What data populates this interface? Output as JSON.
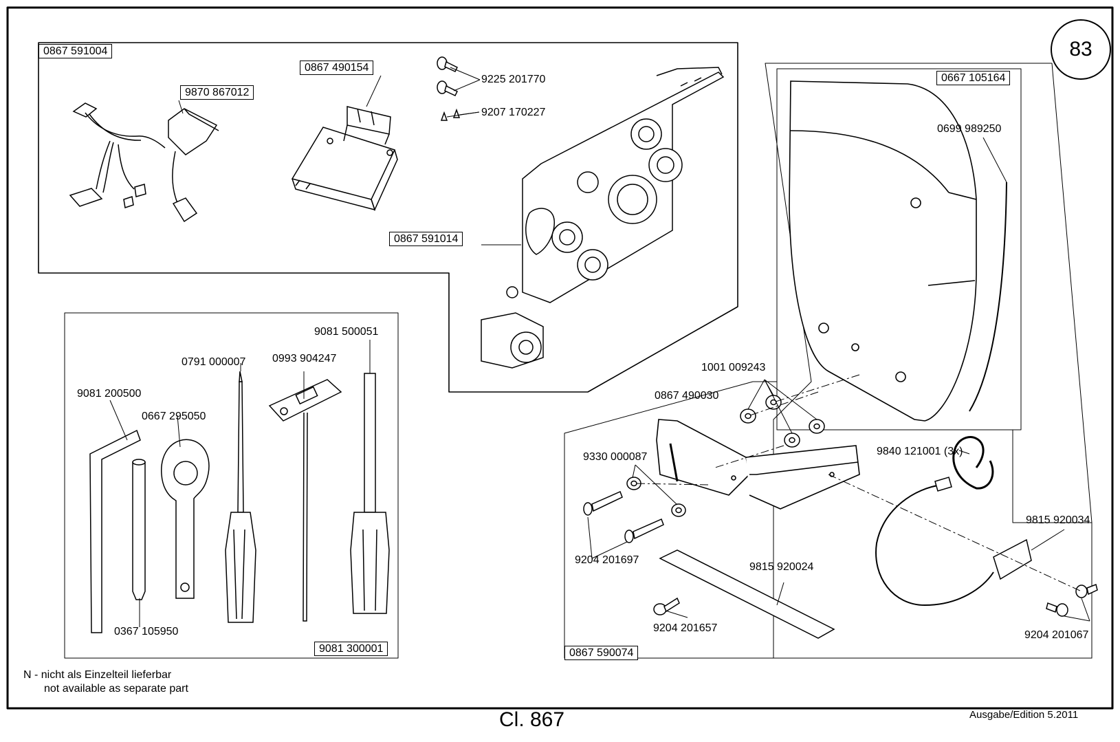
{
  "page_number": "83",
  "footer": {
    "title": "Cl. 867",
    "edition": "Ausgabe/Edition   5.2011"
  },
  "note": {
    "line1": "N - nicht als Einzelteil lieferbar",
    "line2": "not available as separate part"
  },
  "group_labels": {
    "g591004": "0867 591004",
    "g490154": "0867 490154",
    "g591014": "0867 591014",
    "g105164": "0667 105164",
    "g300001": "9081 300001",
    "g590074": "0867 590074",
    "g867012": "9870 867012"
  },
  "part_labels": {
    "p201770": "9225 201770",
    "p170227": "9207 170227",
    "p989250": "0699 989250",
    "p009243": "1001 009243",
    "p490030": "0867 490030",
    "p000087": "9330 000087",
    "p121001": "9840 121001 (3x)",
    "p920034": "9815 920034",
    "p201697": "9204 201697",
    "p920024": "9815 920024",
    "p201657": "9204 201657",
    "p201067": "9204 201067",
    "p500051": "9081 500051",
    "p000007": "0791 000007",
    "p904247": "0993 904247",
    "p200500": "9081 200500",
    "p295050": "0667 295050",
    "p105950": "0367 105950"
  }
}
